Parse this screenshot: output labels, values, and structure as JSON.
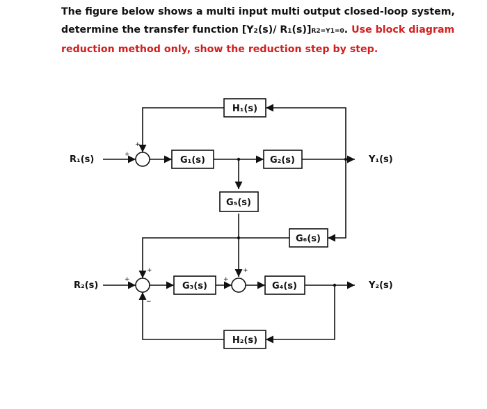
{
  "problem": {
    "line1": "The figure below shows a multi input multi output closed-loop system,",
    "line2_a": "determine the transfer function [Y",
    "line2_s1": "2",
    "line2_b": "(s)/ R",
    "line2_s2": "1",
    "line2_c": "(s)]",
    "line2_cond": "R2=Y1=0",
    "line2_d": ". ",
    "line2_red": "Use block diagram",
    "line3_red": "reduction method only, show the reduction step by step."
  },
  "diagram": {
    "blocks": {
      "H1": "H₁(s)",
      "G1": "G₁(s)",
      "G2": "G₂(s)",
      "G5": "G₅(s)",
      "G6": "G₆(s)",
      "G3": "G₃(s)",
      "G4": "G₄(s)",
      "H2": "H₂(s)"
    },
    "signals": {
      "R1": "R₁(s)",
      "Y1": "Y₁(s)",
      "R2": "R₂(s)",
      "Y2": "Y₂(s)"
    },
    "signs": {
      "s1_left": "+",
      "s1_top": "+",
      "s2_left": "+",
      "s2_top": "+",
      "s2_bottom": "−",
      "s3_top": "+",
      "s3_left": "+"
    }
  }
}
